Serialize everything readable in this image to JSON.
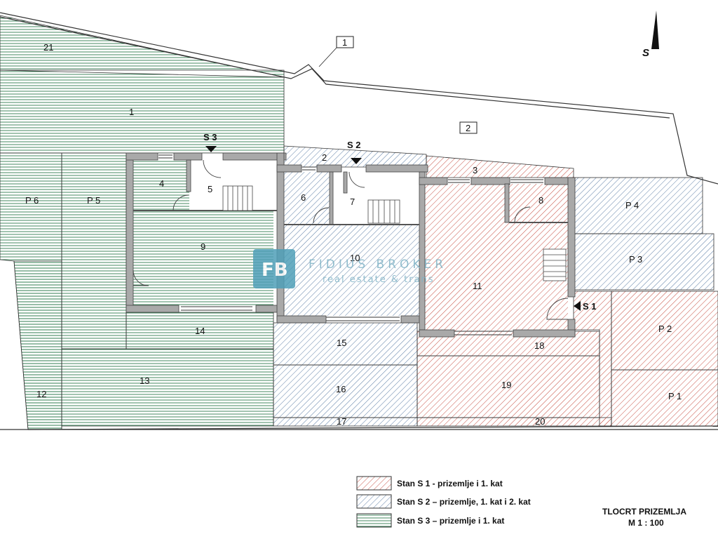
{
  "north_label": "S",
  "areas": {
    "a21": "21",
    "a1": "1",
    "a2": "2",
    "a2b": "2",
    "a3": "3",
    "a4": "4",
    "a5": "5",
    "a6": "6",
    "a7": "7",
    "a8": "8",
    "a9": "9",
    "a10": "10",
    "a11": "11",
    "a12": "12",
    "a13": "13",
    "a14": "14",
    "a15": "15",
    "a16": "16",
    "a17": "17",
    "a18": "18",
    "a19": "19",
    "a20": "20",
    "p1": "P 1",
    "p2": "P 2",
    "p3": "P 3",
    "p4": "P 4",
    "p5": "P 5",
    "p6": "P 6"
  },
  "callout": "1",
  "entrances": {
    "s1": "S 1",
    "s2": "S 2",
    "s3": "S 3"
  },
  "legend": [
    {
      "label": "Stan S 1 - prizemlje i 1. kat",
      "color": "#c0392b"
    },
    {
      "label": "Stan S 2 – prizemlje, 1. kat i 2. kat",
      "color": "#4a6f9c"
    },
    {
      "label": "Stan S 3 – prizemlje i 1. kat",
      "color": "#2e7d4f"
    }
  ],
  "title": {
    "line1": "TLOCRT PRIZEMLJA",
    "line2": "M 1 : 100"
  },
  "watermark": {
    "logo": "FB",
    "line1": "FIDIUS BROKER",
    "line2": "real estate & trans"
  },
  "colors": {
    "s1": "#c0392b",
    "s2": "#4a6f9c",
    "s3": "#2e7d4f",
    "watermark": "#4f9fb8"
  }
}
